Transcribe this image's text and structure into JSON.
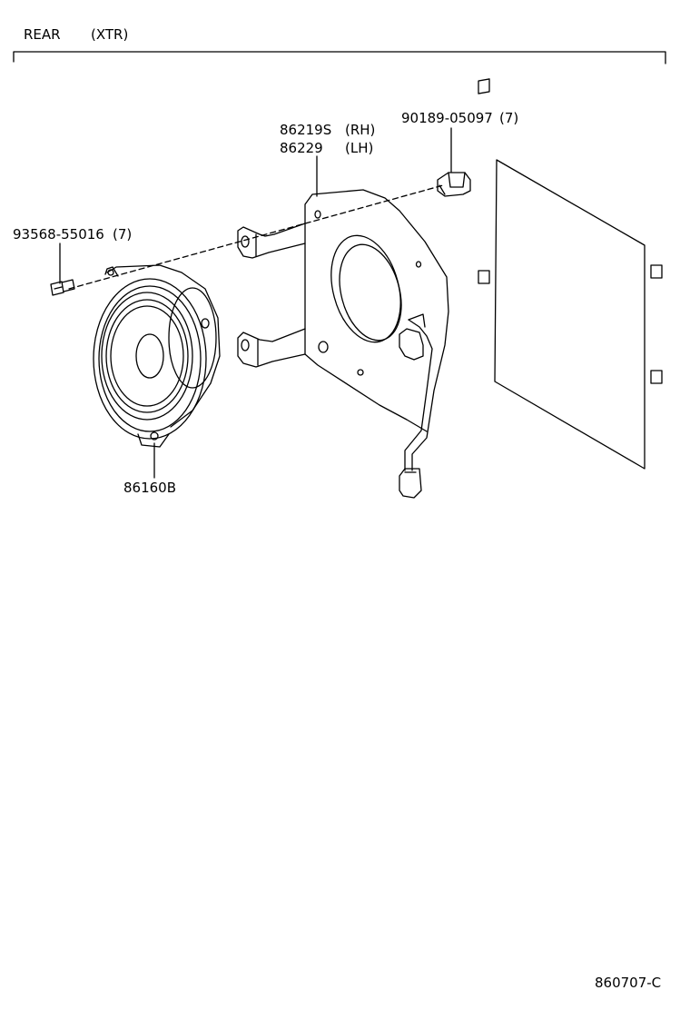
{
  "header": {
    "section": "REAR",
    "variant": "(XTR)"
  },
  "parts": {
    "screw": {
      "number": "93568-55016",
      "qty": "(7)"
    },
    "bracket_rh": {
      "number": "86219S",
      "side": "(RH)"
    },
    "bracket_lh": {
      "number": "86229",
      "side": "(LH)"
    },
    "clip": {
      "number": "90189-05097",
      "qty": "(7)"
    },
    "speaker": {
      "number": "86160B"
    }
  },
  "footer": {
    "diagram_id": "860707-C"
  }
}
